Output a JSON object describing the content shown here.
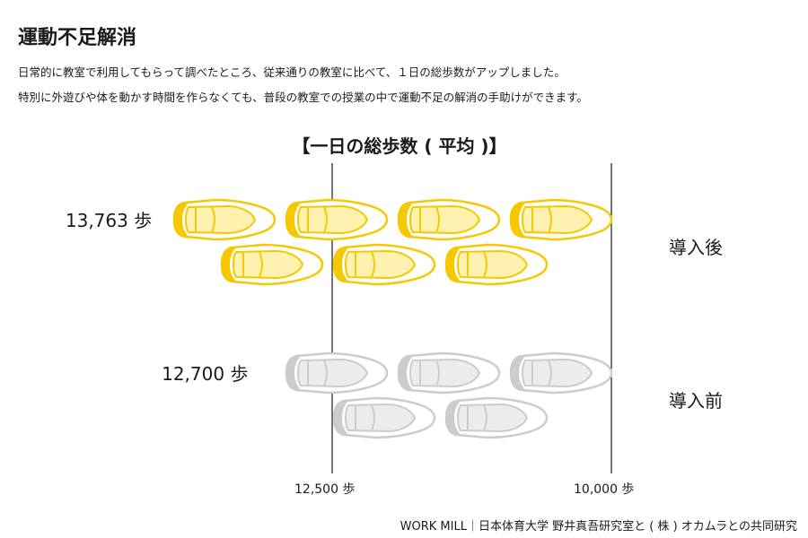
{
  "header": {
    "title": "運動不足解消",
    "description_line1": "日常的に教室で利用してもらって調べたところ、従来通りの教室に比べて、１日の総歩数がアップしました。",
    "description_line2": "特別に外遊びや体を動かす時間を作らなくても、普段の教室での授業の中で運動不足の解消の手助けができます。"
  },
  "chart_data": {
    "type": "bar",
    "title": "【一日の総歩数 ( 平均 )】",
    "categories": [
      "導入後",
      "導入前"
    ],
    "values": [
      13763,
      12700
    ],
    "value_labels": [
      "13,763 歩",
      "12,700 歩"
    ],
    "ticks": [
      {
        "value": 12500,
        "label": "12,500 歩"
      },
      {
        "value": 10000,
        "label": "10,000 歩"
      }
    ],
    "colors": {
      "after": "#f5c800",
      "before": "#cccccc"
    }
  },
  "footer": {
    "credit": "WORK MILL｜日本体育大学 野井真吾研究室と ( 株 ) オカムラとの共同研究"
  }
}
